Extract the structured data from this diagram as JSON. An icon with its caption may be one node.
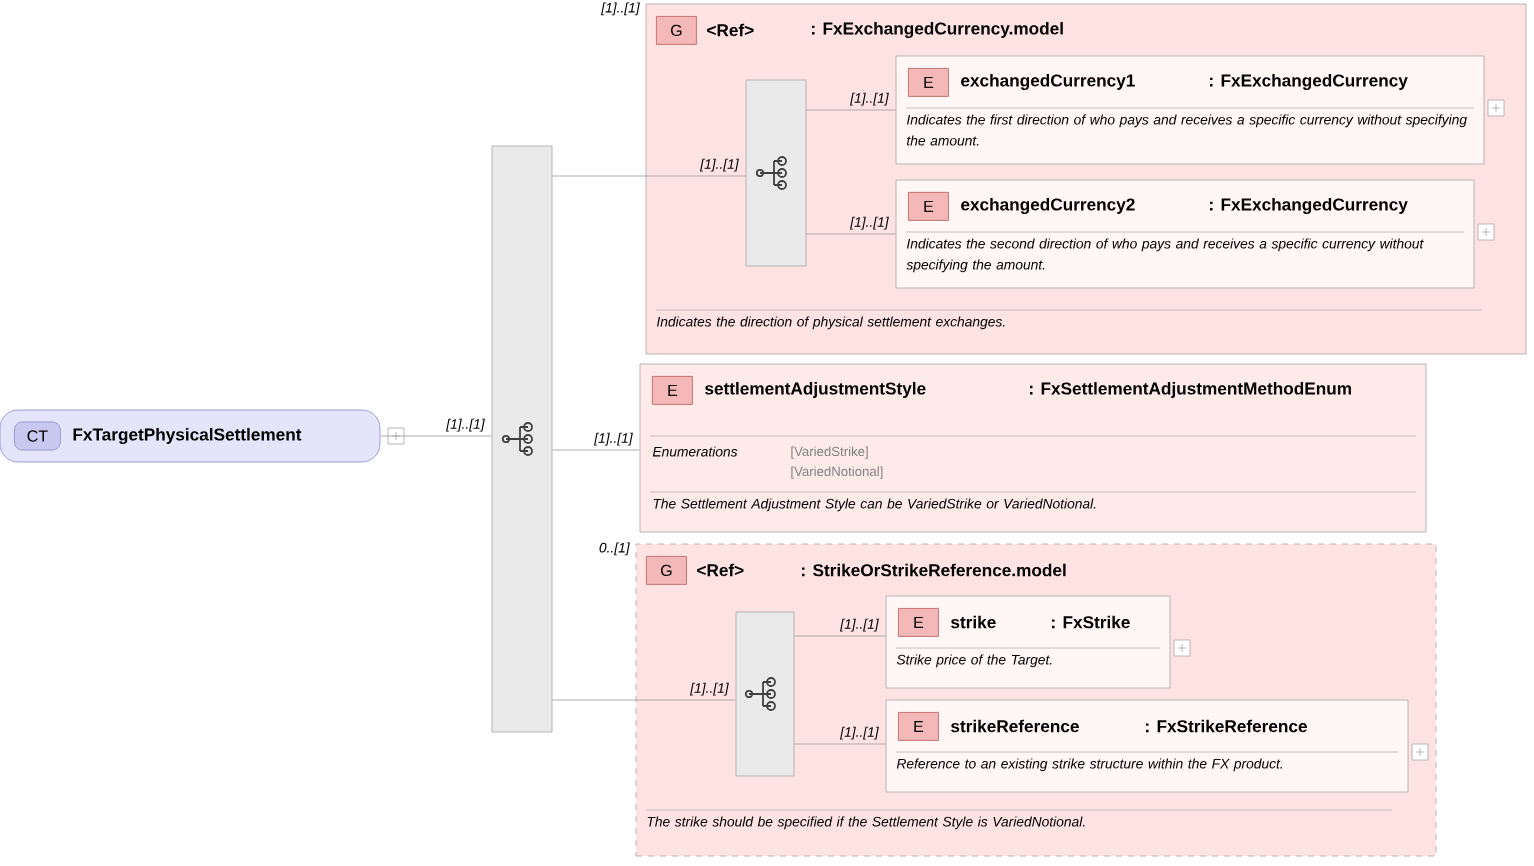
{
  "diagram": {
    "nodes": [
      {
        "text": [
          "CT",
          "FxTargetPhysicalSettlement"
        ]
      },
      {
        "text": [],
        "shape": "box"
      },
      {
        "text": [
          "G",
          "<Ref>",
          ": FxExchangedCurrency.model",
          "Indicates the direction of physical settlement exchanges."
        ],
        "beside": [
          "[1]..[1]"
        ]
      },
      {
        "text": [],
        "shape": "box",
        "in": 2
      },
      {
        "text": [
          "E",
          "exchangedCurrency1",
          ": FxExchangedCurrency",
          "Indicates the first direction of who pays and receives a specific currency without specifying the amount."
        ],
        "in": 2
      },
      {
        "text": [
          "E",
          "exchangedCurrency2",
          ": FxExchangedCurrency",
          "Indicates the second direction of who pays and receives a specific currency without specifying the amount."
        ],
        "in": 2
      },
      {
        "text": [
          "E",
          "settlementAdjustmentStyle",
          ": FxSettlementAdjustmentMethodEnum",
          "Enumerations",
          "[VariedStrike]",
          "[VariedNotional]",
          "The Settlement Adjustment Style can be VariedStrike or VariedNotional."
        ]
      },
      {
        "text": [
          "G",
          "<Ref>",
          ": StrikeOrStrikeReference.model",
          "The strike should be specified if the Settlement Style is VariedNotional."
        ],
        "beside": [
          "0..[1]"
        ]
      },
      {
        "text": [],
        "shape": "box",
        "in": 7
      },
      {
        "text": [
          "E",
          "strike",
          ": FxStrike",
          "Strike price of the Target."
        ],
        "in": 7
      },
      {
        "text": [
          "E",
          "strikeReference",
          ": FxStrikeReference",
          "Reference to an existing strike structure within the FX product."
        ],
        "in": 7
      }
    ],
    "edges": [
      {
        "from": 0,
        "to": 1,
        "arrow": "none",
        "label": "[1]..[1]"
      },
      {
        "from": 1,
        "to": 3,
        "arrow": "none",
        "label": "[1]..[1]"
      },
      {
        "from": 3,
        "to": 4,
        "arrow": "none",
        "label": "[1]..[1]"
      },
      {
        "from": 3,
        "to": 5,
        "arrow": "none",
        "label": "[1]..[1]"
      },
      {
        "from": 1,
        "to": 6,
        "arrow": "none",
        "label": "[1]..[1]"
      },
      {
        "from": 1,
        "to": 8,
        "arrow": "none",
        "label": "[1]..[1]"
      },
      {
        "from": 8,
        "to": 9,
        "arrow": "none",
        "label": "[1]..[1]"
      },
      {
        "from": 8,
        "to": 10,
        "arrow": "none",
        "label": "[1]..[1]"
      }
    ]
  }
}
